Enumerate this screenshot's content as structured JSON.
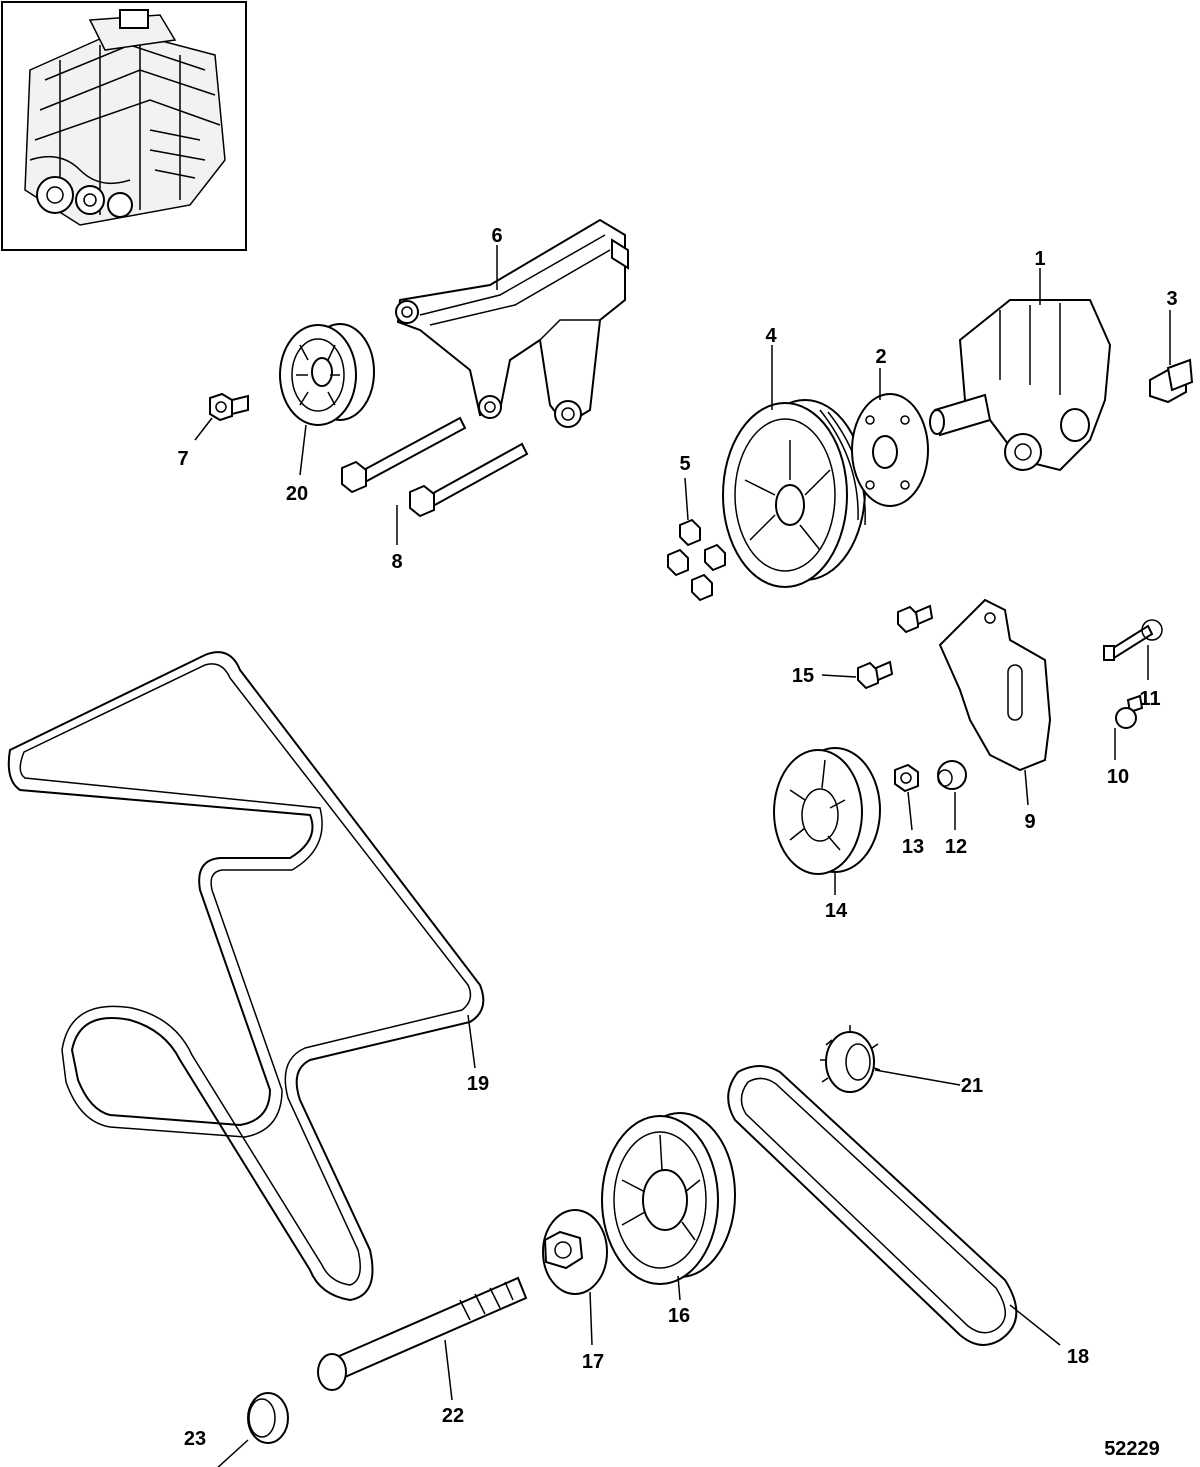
{
  "figure_id": "52229",
  "callouts": [
    {
      "label": "1"
    },
    {
      "label": "2"
    },
    {
      "label": "3"
    },
    {
      "label": "4"
    },
    {
      "label": "5"
    },
    {
      "label": "6"
    },
    {
      "label": "7"
    },
    {
      "label": "8"
    },
    {
      "label": "9"
    },
    {
      "label": "10"
    },
    {
      "label": "11"
    },
    {
      "label": "12"
    },
    {
      "label": "13"
    },
    {
      "label": "14"
    },
    {
      "label": "15"
    },
    {
      "label": "16"
    },
    {
      "label": "17"
    },
    {
      "label": "18"
    },
    {
      "label": "19"
    },
    {
      "label": "20"
    },
    {
      "label": "21"
    },
    {
      "label": "22"
    },
    {
      "label": "23"
    }
  ]
}
